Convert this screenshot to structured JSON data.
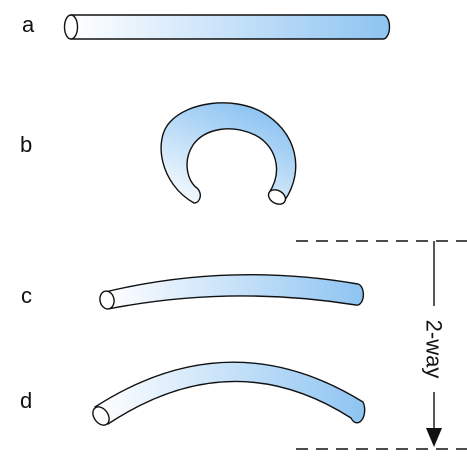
{
  "panels": [
    {
      "id": "a",
      "label": "a"
    },
    {
      "id": "b",
      "label": "b"
    },
    {
      "id": "c",
      "label": "c"
    },
    {
      "id": "d",
      "label": "d"
    }
  ],
  "bend_indicator": {
    "label": "2-way"
  },
  "colors": {
    "tube_light": "#ffffff",
    "tube_dark": "#8ec4f2",
    "outline": "#111111"
  }
}
